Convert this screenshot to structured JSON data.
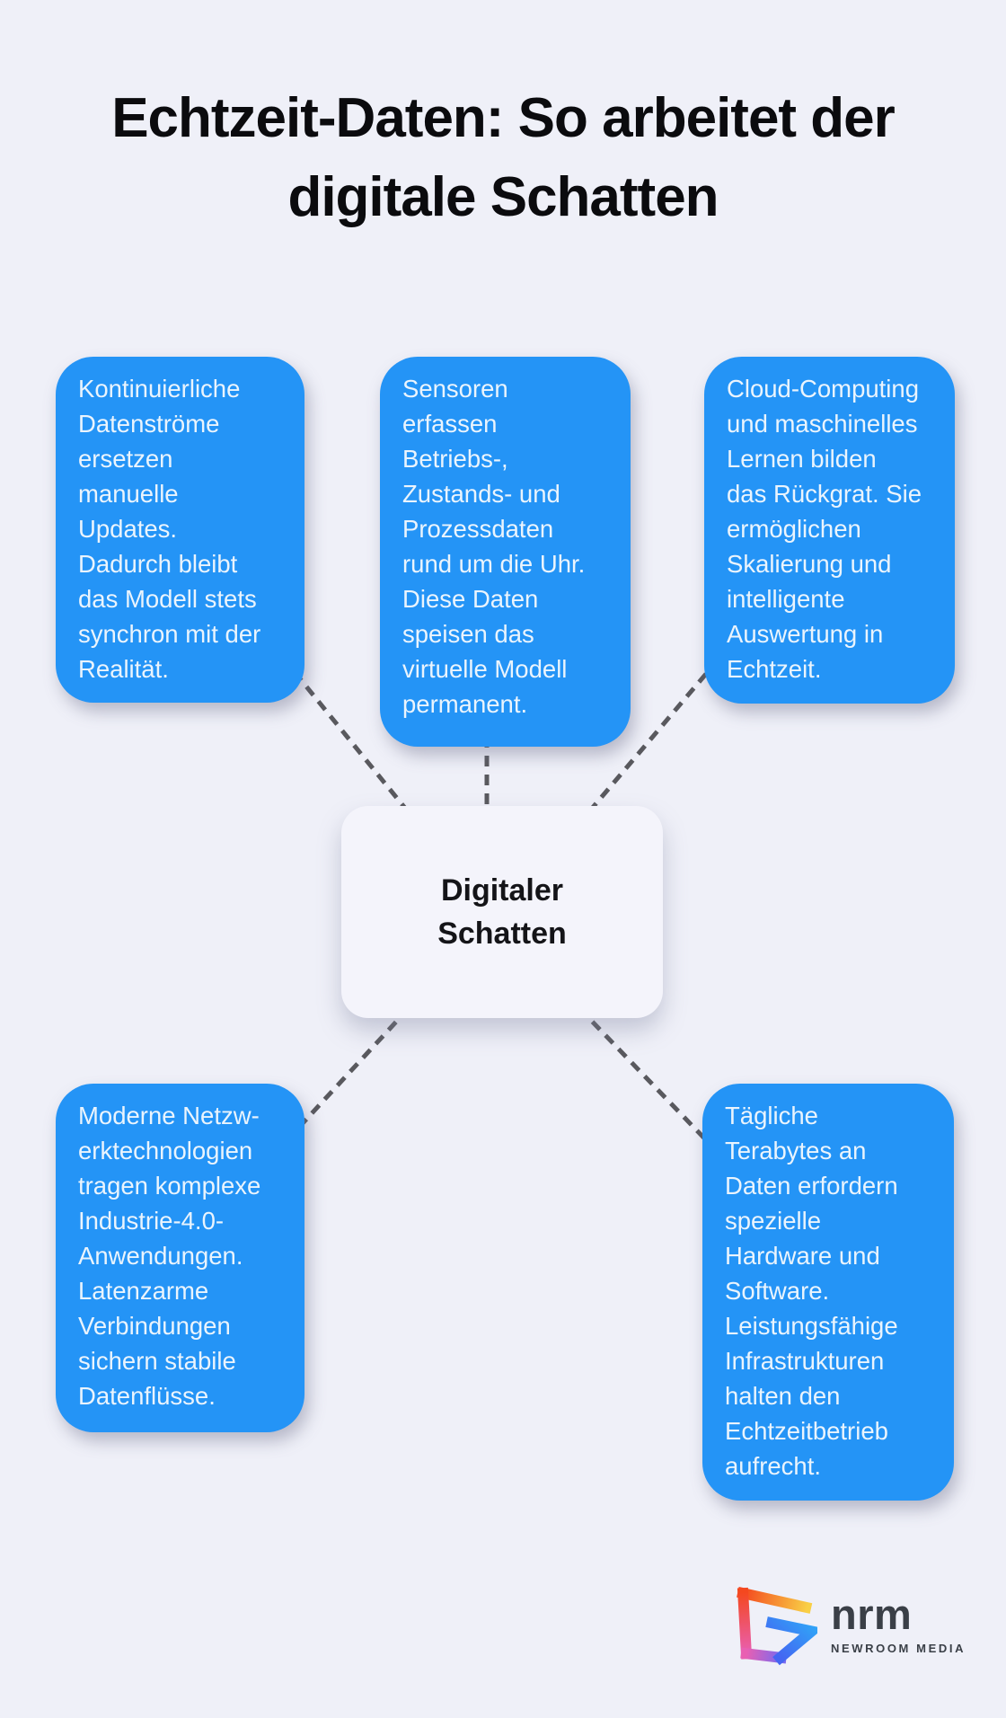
{
  "title": "Echtzeit-Daten: So arbeitet der\ndigitale Schatten",
  "center_node": {
    "label": "Digitaler\nSchatten"
  },
  "nodes": [
    {
      "position": "top-left",
      "text": "Kontinuierliche\nDatenströme\nersetzen\nmanuelle\nUpdates.\nDadurch bleibt\ndas Modell stets\nsynchron mit der\nRealität."
    },
    {
      "position": "top-center",
      "text": "Sensoren\nerfassen\nBetriebs-,\nZustands- und\nProzessdaten\nrund um die Uhr.\nDiese Daten\nspeisen das\nvirtuelle Modell\npermanent."
    },
    {
      "position": "top-right",
      "text": "Cloud-Computing\nund maschinelles\nLernen bilden\ndas Rückgrat. Sie\nermöglichen\nSkalierung und\nintelligente\nAuswertung in\nEchtzeit."
    },
    {
      "position": "bottom-left",
      "text": "Moderne Netzw-\nerktechnologien\ntragen komplexe\nIndustrie-4.0-\nAnwendungen.\nLatenzarme\nVerbindungen\nsichern stabile\nDatenflüsse."
    },
    {
      "position": "bottom-right",
      "text": "Tägliche\nTerabytes an\nDaten erfordern\nspezielle\nHardware und\nSoftware.\nLeistungsfähige\nInfrastrukturen\nhalten den\nEchtzeitbetrieb\naufrecht."
    }
  ],
  "footer": {
    "brand": "nrm",
    "brand_subtitle": "NEWROOM MEDIA"
  },
  "colors": {
    "background": "#EFF0F8",
    "node_blue": "#2494F6",
    "node_text": "#EAF4FD",
    "center_bg": "#F4F4FB",
    "center_text": "#141418",
    "connector": "#59595E",
    "title": "#0B0B0E",
    "logo_text": "#3A3F47",
    "logo_stop_orange": "#F4481F",
    "logo_stop_yellow": "#F9CF45",
    "logo_stop_pink": "#E95FB2",
    "logo_stop_violet": "#7A6AEF",
    "logo_stop_blue_dark": "#4465F2",
    "logo_stop_blue_light": "#31A2F7"
  }
}
